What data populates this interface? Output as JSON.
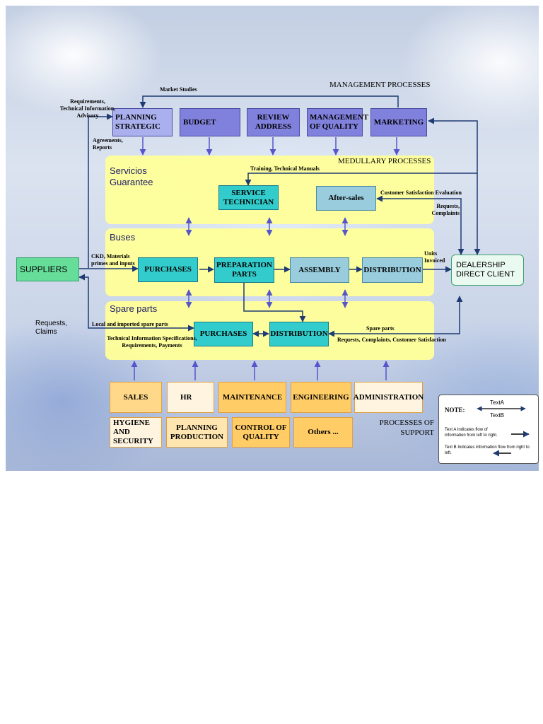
{
  "headings": {
    "management": "MANAGEMENT PROCESSES",
    "medullary": "MEDULLARY PROCESSES",
    "support": "PROCESSES OF SUPPORT"
  },
  "zones": {
    "services": "Servicios Guarantee",
    "buses": "Buses",
    "spare": "Spare parts"
  },
  "management_boxes": [
    "PLANNING STRATEGIC",
    "BUDGET",
    "REVIEW ADDRESS",
    "MANAGEMENT OF QUALITY",
    "MARKETING"
  ],
  "service_boxes": {
    "technician": "SERVICE TECHNICIAN",
    "after_sales": "After-sales"
  },
  "bus_boxes": [
    "PURCHASES",
    "PREPARATION PARTS",
    "ASSEMBLY",
    "DISTRIBUTION"
  ],
  "spare_boxes": [
    "PURCHASES",
    "DISTRIBUTION"
  ],
  "support_row1": [
    "SALES",
    "HR",
    "MAINTENANCE",
    "ENGINEERING",
    "ADMINISTRATION"
  ],
  "support_row2": [
    "HYGIENE AND SECURITY",
    "PLANNING PRODUCTION",
    "CONTROL OF QUALITY",
    "Others ..."
  ],
  "suppliers": "SUPPLIERS",
  "client": "DEALERSHIP DIRECT CLIENT",
  "labels": {
    "market_studies": "Market Studies",
    "requirements": "Requirements, Technical Information, Advisory",
    "agreements": "Agreements, Reports",
    "training": "Training, Technical Manuals",
    "csat": "Customer Satisfaction Evaluation",
    "req_complaints": "Requests, Complaints",
    "ckd": "CKD, Materials primes and inputs",
    "units": "Units Invoiced",
    "req_claims": "Requests, Claims",
    "local_spare": "Local and imported spare parts",
    "tech_info": "Technical Information Specifications, Requirements, Payments",
    "spare_parts": "Spare parts",
    "spare_complaints": "Requests, Complaints, Customer Satisfaction"
  },
  "note": {
    "title": "NOTE:",
    "text_a": "TextA",
    "text_b": "TextB",
    "line_a": "Text A Indicates flow of information from left to right.",
    "line_b": "Text B Indicates information flow from right to left."
  },
  "colors": {
    "management": "#8080dd",
    "medullary_zone": "#ffff99",
    "cyan": "#33cccc",
    "light_blue": "#99ccdd",
    "support_orange": "#ffcc66",
    "support_cream": "#fff4e0",
    "suppliers": "#66dd99",
    "arrow": "#1f3b73",
    "support_arrow": "#5555cc"
  }
}
